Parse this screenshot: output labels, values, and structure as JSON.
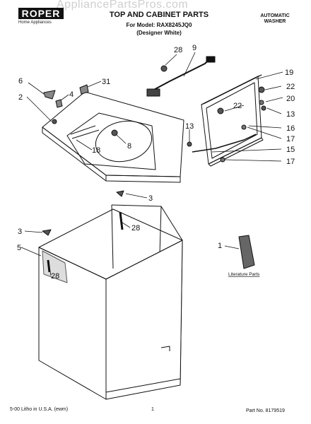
{
  "header": {
    "logo": "ROPER",
    "logo_subtitle": "Home Appliances",
    "watermark": "AppliancePartsPros.com",
    "title": "TOP AND CABINET PARTS",
    "model_line": "For Model: RAX8245JQ0",
    "variant": "(Designer White)",
    "appliance_type_1": "AUTOMATIC",
    "appliance_type_2": "WASHER"
  },
  "callouts": [
    {
      "id": "c28a",
      "label": "28"
    },
    {
      "id": "c9",
      "label": "9"
    },
    {
      "id": "c19",
      "label": "19"
    },
    {
      "id": "c6",
      "label": "6"
    },
    {
      "id": "c31",
      "label": "31"
    },
    {
      "id": "c22a",
      "label": "22"
    },
    {
      "id": "c4",
      "label": "4"
    },
    {
      "id": "c2",
      "label": "2"
    },
    {
      "id": "c20",
      "label": "20"
    },
    {
      "id": "c22b",
      "label": "22"
    },
    {
      "id": "c13a",
      "label": "13"
    },
    {
      "id": "c8",
      "label": "8"
    },
    {
      "id": "c13b",
      "label": "13"
    },
    {
      "id": "c16",
      "label": "16"
    },
    {
      "id": "c17a",
      "label": "17"
    },
    {
      "id": "c18",
      "label": "18"
    },
    {
      "id": "c15",
      "label": "15"
    },
    {
      "id": "c17b",
      "label": "17"
    },
    {
      "id": "c3a",
      "label": "3"
    },
    {
      "id": "c28b",
      "label": "28"
    },
    {
      "id": "c3b",
      "label": "3"
    },
    {
      "id": "c1",
      "label": "1"
    },
    {
      "id": "c5",
      "label": "5"
    },
    {
      "id": "c28c",
      "label": "28"
    }
  ],
  "literature_label": "Literature Parts",
  "footer": {
    "print_info": "5-00 Litho in U.S.A. (ewm)",
    "page": "1",
    "part_number": "Part No. 8179519"
  }
}
